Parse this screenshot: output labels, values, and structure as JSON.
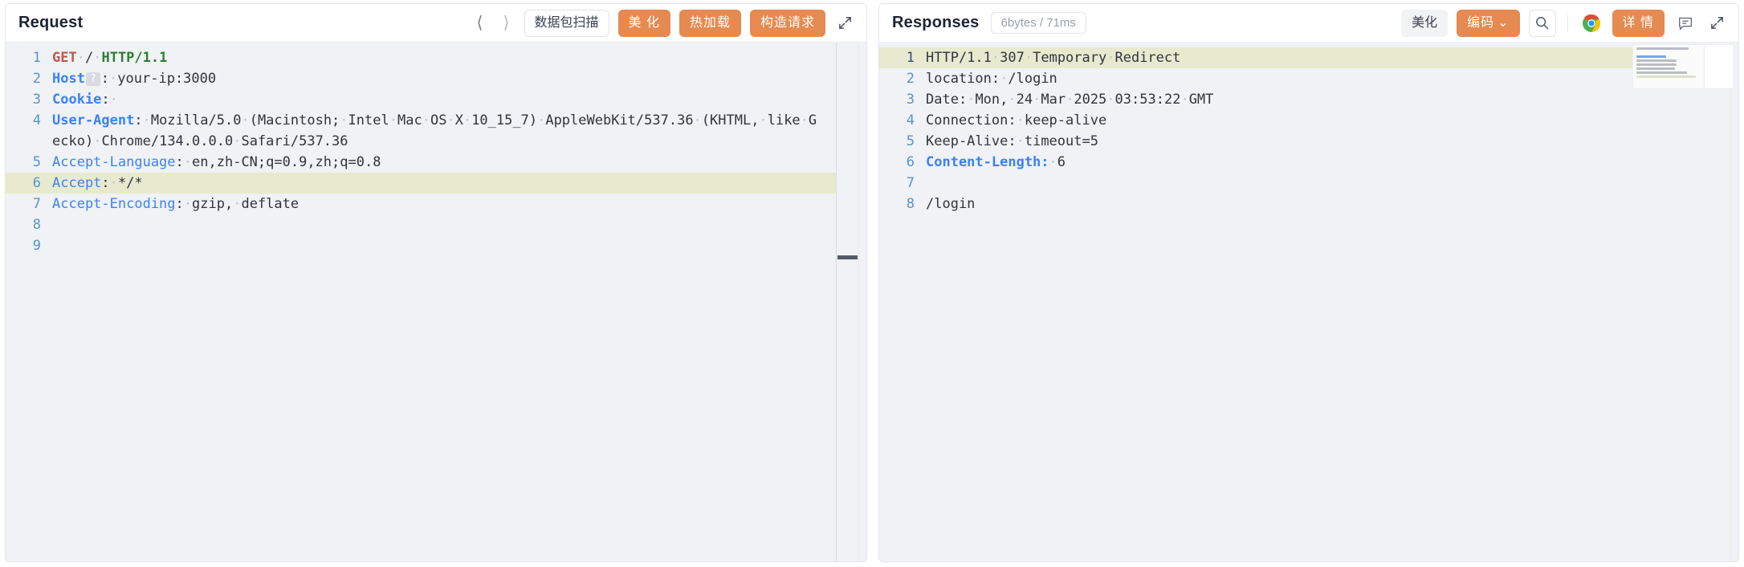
{
  "request_panel": {
    "title": "Request",
    "nav": {
      "prev_icon": "chevron-left-icon",
      "next_icon": "chevron-right-icon"
    },
    "buttons": {
      "packet_scan": "数据包扫描",
      "beautify": "美 化",
      "hot_reload": "热加载",
      "build_request": "构造请求"
    },
    "expand_icon": "expand-icon",
    "lines": [
      {
        "no": "1",
        "highlight": false,
        "tokens": [
          {
            "t": "GET",
            "c": "k-get"
          },
          {
            "t": "·",
            "c": "dot"
          },
          {
            "t": "/",
            "c": ""
          },
          {
            "t": "·",
            "c": "dot"
          },
          {
            "t": "HTTP/1.1",
            "c": "k-ver"
          }
        ]
      },
      {
        "no": "2",
        "highlight": false,
        "tokens": [
          {
            "t": "Host",
            "c": "k-hdr"
          },
          {
            "t": "?",
            "c": "badge"
          },
          {
            "t": ":",
            "c": ""
          },
          {
            "t": "·",
            "c": "dot"
          },
          {
            "t": "your-ip:3000",
            "c": ""
          }
        ]
      },
      {
        "no": "3",
        "highlight": false,
        "tokens": [
          {
            "t": "Cookie",
            "c": "k-hdr"
          },
          {
            "t": ":",
            "c": ""
          },
          {
            "t": "·",
            "c": "dot"
          }
        ]
      },
      {
        "no": "4",
        "highlight": false,
        "tokens": [
          {
            "t": "User-Agent",
            "c": "k-hdr"
          },
          {
            "t": ":",
            "c": ""
          },
          {
            "t": "·",
            "c": "dot"
          },
          {
            "t": "Mozilla/5.0",
            "c": ""
          },
          {
            "t": "·",
            "c": "dot"
          },
          {
            "t": "(Macintosh;",
            "c": ""
          },
          {
            "t": "·",
            "c": "dot"
          },
          {
            "t": "Intel",
            "c": ""
          },
          {
            "t": "·",
            "c": "dot"
          },
          {
            "t": "Mac",
            "c": ""
          },
          {
            "t": "·",
            "c": "dot"
          },
          {
            "t": "OS",
            "c": ""
          },
          {
            "t": "·",
            "c": "dot"
          },
          {
            "t": "X",
            "c": ""
          },
          {
            "t": "·",
            "c": "dot"
          },
          {
            "t": "10_15_7)",
            "c": ""
          },
          {
            "t": "·",
            "c": "dot"
          },
          {
            "t": "AppleWebKit/537.36",
            "c": ""
          },
          {
            "t": "·",
            "c": "dot"
          },
          {
            "t": "(KHTML,",
            "c": ""
          },
          {
            "t": "·",
            "c": "dot"
          },
          {
            "t": "like",
            "c": ""
          },
          {
            "t": "·",
            "c": "dot"
          },
          {
            "t": "Gecko)",
            "c": ""
          },
          {
            "t": "·",
            "c": "dot"
          },
          {
            "t": "Chrome/134.0.0.0",
            "c": ""
          },
          {
            "t": "·",
            "c": "dot"
          },
          {
            "t": "Safari/537.36",
            "c": ""
          }
        ]
      },
      {
        "no": "5",
        "highlight": false,
        "tokens": [
          {
            "t": "Accept-Language",
            "c": "k-hdr2"
          },
          {
            "t": ":",
            "c": ""
          },
          {
            "t": "·",
            "c": "dot"
          },
          {
            "t": "en,zh-CN;q=0.9,zh;q=0.8",
            "c": ""
          }
        ]
      },
      {
        "no": "6",
        "highlight": true,
        "tokens": [
          {
            "t": "Accept",
            "c": "k-hdr2"
          },
          {
            "t": ":",
            "c": ""
          },
          {
            "t": "·",
            "c": "dot"
          },
          {
            "t": "*/*",
            "c": ""
          }
        ]
      },
      {
        "no": "7",
        "highlight": false,
        "tokens": [
          {
            "t": "Accept-Encoding",
            "c": "k-hdr2"
          },
          {
            "t": ":",
            "c": ""
          },
          {
            "t": "·",
            "c": "dot"
          },
          {
            "t": "gzip,",
            "c": ""
          },
          {
            "t": "·",
            "c": "dot"
          },
          {
            "t": "deflate",
            "c": ""
          }
        ]
      },
      {
        "no": "8",
        "highlight": false,
        "tokens": []
      },
      {
        "no": "9",
        "highlight": false,
        "tokens": []
      }
    ]
  },
  "response_panel": {
    "title": "Responses",
    "meta": "6bytes / 71ms",
    "buttons": {
      "beautify": "美化",
      "encoding": "编码",
      "encoding_caret": "⌄",
      "details": "详 情"
    },
    "icons": {
      "search": "search-icon",
      "chrome": "chrome-icon",
      "comment": "comment-icon",
      "expand": "expand-icon"
    },
    "lines": [
      {
        "no": "1",
        "highlight": true,
        "tokens": [
          {
            "t": "HTTP/1.1",
            "c": ""
          },
          {
            "t": "·",
            "c": "dot"
          },
          {
            "t": "307",
            "c": ""
          },
          {
            "t": "·",
            "c": "dot"
          },
          {
            "t": "Temporary",
            "c": ""
          },
          {
            "t": "·",
            "c": "dot"
          },
          {
            "t": "Redirect",
            "c": ""
          }
        ]
      },
      {
        "no": "2",
        "highlight": false,
        "tokens": [
          {
            "t": "location:",
            "c": ""
          },
          {
            "t": "·",
            "c": "dot"
          },
          {
            "t": "/login",
            "c": ""
          }
        ]
      },
      {
        "no": "3",
        "highlight": false,
        "tokens": [
          {
            "t": "Date:",
            "c": ""
          },
          {
            "t": "·",
            "c": "dot"
          },
          {
            "t": "Mon,",
            "c": ""
          },
          {
            "t": "·",
            "c": "dot"
          },
          {
            "t": "24",
            "c": ""
          },
          {
            "t": "·",
            "c": "dot"
          },
          {
            "t": "Mar",
            "c": ""
          },
          {
            "t": "·",
            "c": "dot"
          },
          {
            "t": "2025",
            "c": ""
          },
          {
            "t": "·",
            "c": "dot"
          },
          {
            "t": "03:53:22",
            "c": ""
          },
          {
            "t": "·",
            "c": "dot"
          },
          {
            "t": "GMT",
            "c": ""
          }
        ]
      },
      {
        "no": "4",
        "highlight": false,
        "tokens": [
          {
            "t": "Connection:",
            "c": ""
          },
          {
            "t": "·",
            "c": "dot"
          },
          {
            "t": "keep-alive",
            "c": ""
          }
        ]
      },
      {
        "no": "5",
        "highlight": false,
        "tokens": [
          {
            "t": "Keep-Alive:",
            "c": ""
          },
          {
            "t": "·",
            "c": "dot"
          },
          {
            "t": "timeout=5",
            "c": ""
          }
        ]
      },
      {
        "no": "6",
        "highlight": false,
        "tokens": [
          {
            "t": "Content-Length:",
            "c": "k-hdr"
          },
          {
            "t": "·",
            "c": "dot"
          },
          {
            "t": "6",
            "c": ""
          }
        ]
      },
      {
        "no": "7",
        "highlight": false,
        "tokens": []
      },
      {
        "no": "8",
        "highlight": false,
        "tokens": [
          {
            "t": "/login",
            "c": ""
          }
        ]
      }
    ],
    "minimap": [
      {
        "cls": "hl"
      },
      {
        "cls": ""
      },
      {
        "cls": ""
      },
      {
        "cls": ""
      },
      {
        "cls": ""
      },
      {
        "cls": "blue"
      },
      {
        "cls": "gap"
      },
      {
        "cls": ""
      }
    ]
  },
  "colors": {
    "accent": "#e58a50",
    "editor_bg": "#f0f2f5",
    "highlight": "#e8ead0",
    "keyword_blue": "#3b82f6",
    "method_red": "#c0564f",
    "version_green": "#2e7d32"
  }
}
